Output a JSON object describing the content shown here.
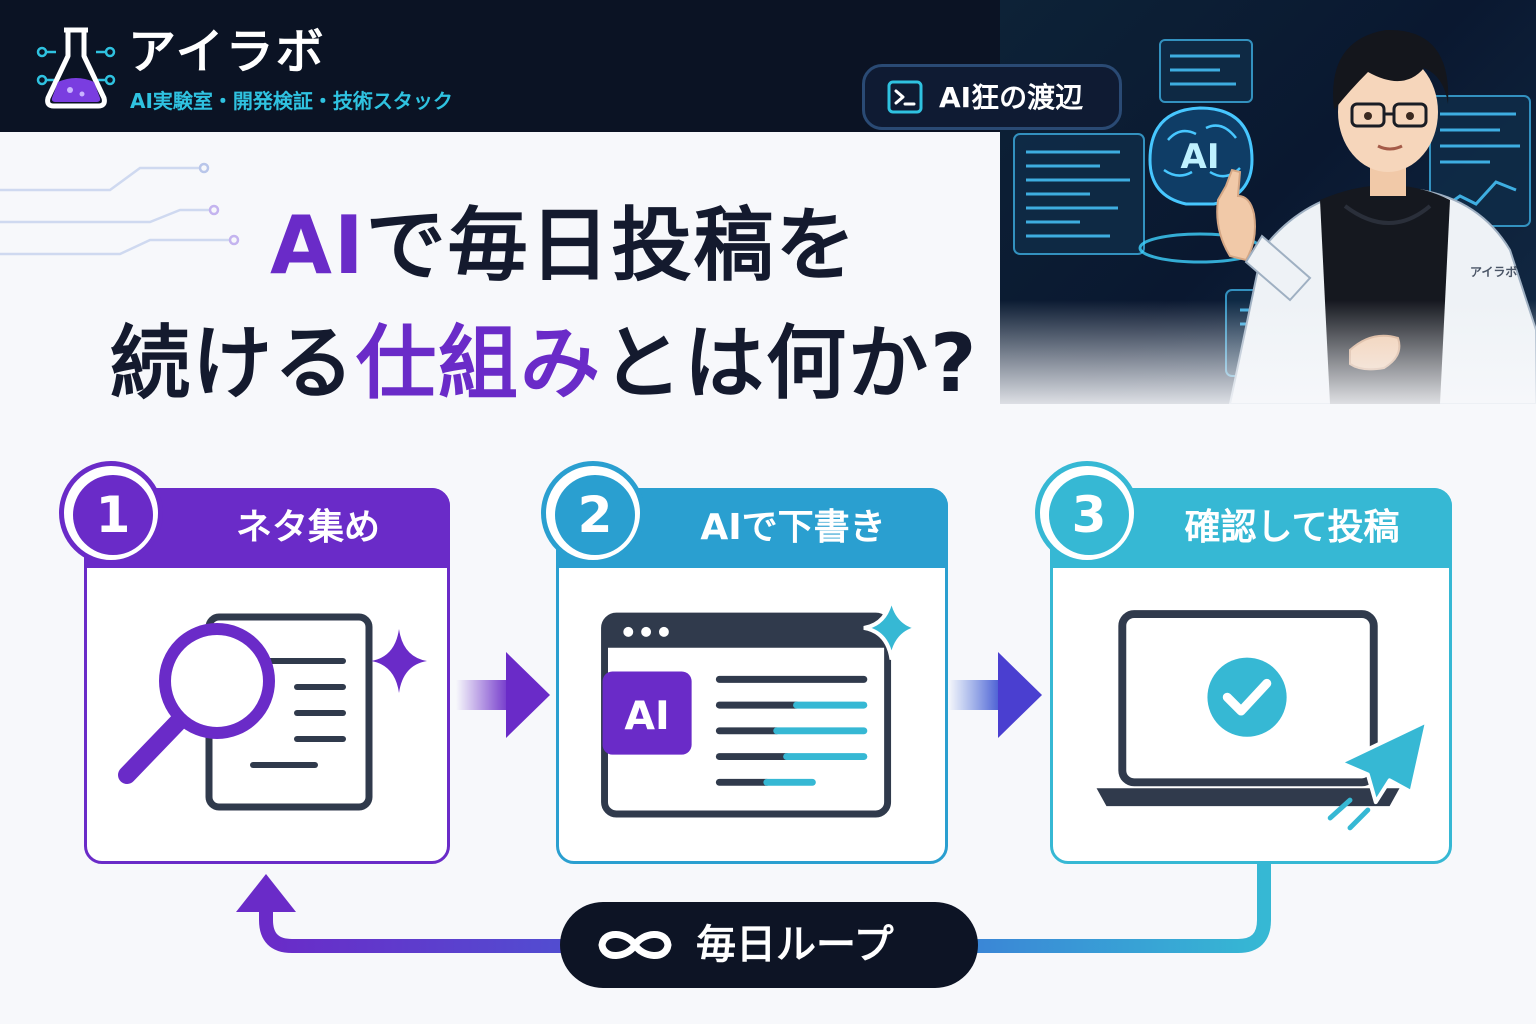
{
  "header": {
    "brand_name": "アイラボ",
    "tagline": "AI実験室・開発検証・技術スタック",
    "logo_icon": "flask-icon"
  },
  "author": {
    "name": "AI狂の渡辺",
    "icon": "terminal-icon"
  },
  "hero": {
    "ai_badge": "AI",
    "coat_label": "アイラボ"
  },
  "headline": {
    "line1_accent": "AI",
    "line1_rest": "で毎日投稿を",
    "line2_start": "続ける",
    "line2_accent": "仕組み",
    "line2_end": "とは何か?"
  },
  "steps": [
    {
      "number": "1",
      "title": "ネタ集め",
      "icon": "search-document-icon",
      "color": "#6a2bc8"
    },
    {
      "number": "2",
      "title": "AIで下書き",
      "icon": "ai-draft-window-icon",
      "badge": "AI",
      "color": "#2a9fd0"
    },
    {
      "number": "3",
      "title": "確認して投稿",
      "icon": "laptop-check-send-icon",
      "color": "#36b8d4"
    }
  ],
  "loop": {
    "label": "毎日ループ",
    "icon": "infinity-icon"
  },
  "colors": {
    "purple": "#6a2bc8",
    "blue": "#2a9fd0",
    "cyan": "#36b8d4",
    "navy": "#0b1324",
    "ink": "#141a2e"
  }
}
